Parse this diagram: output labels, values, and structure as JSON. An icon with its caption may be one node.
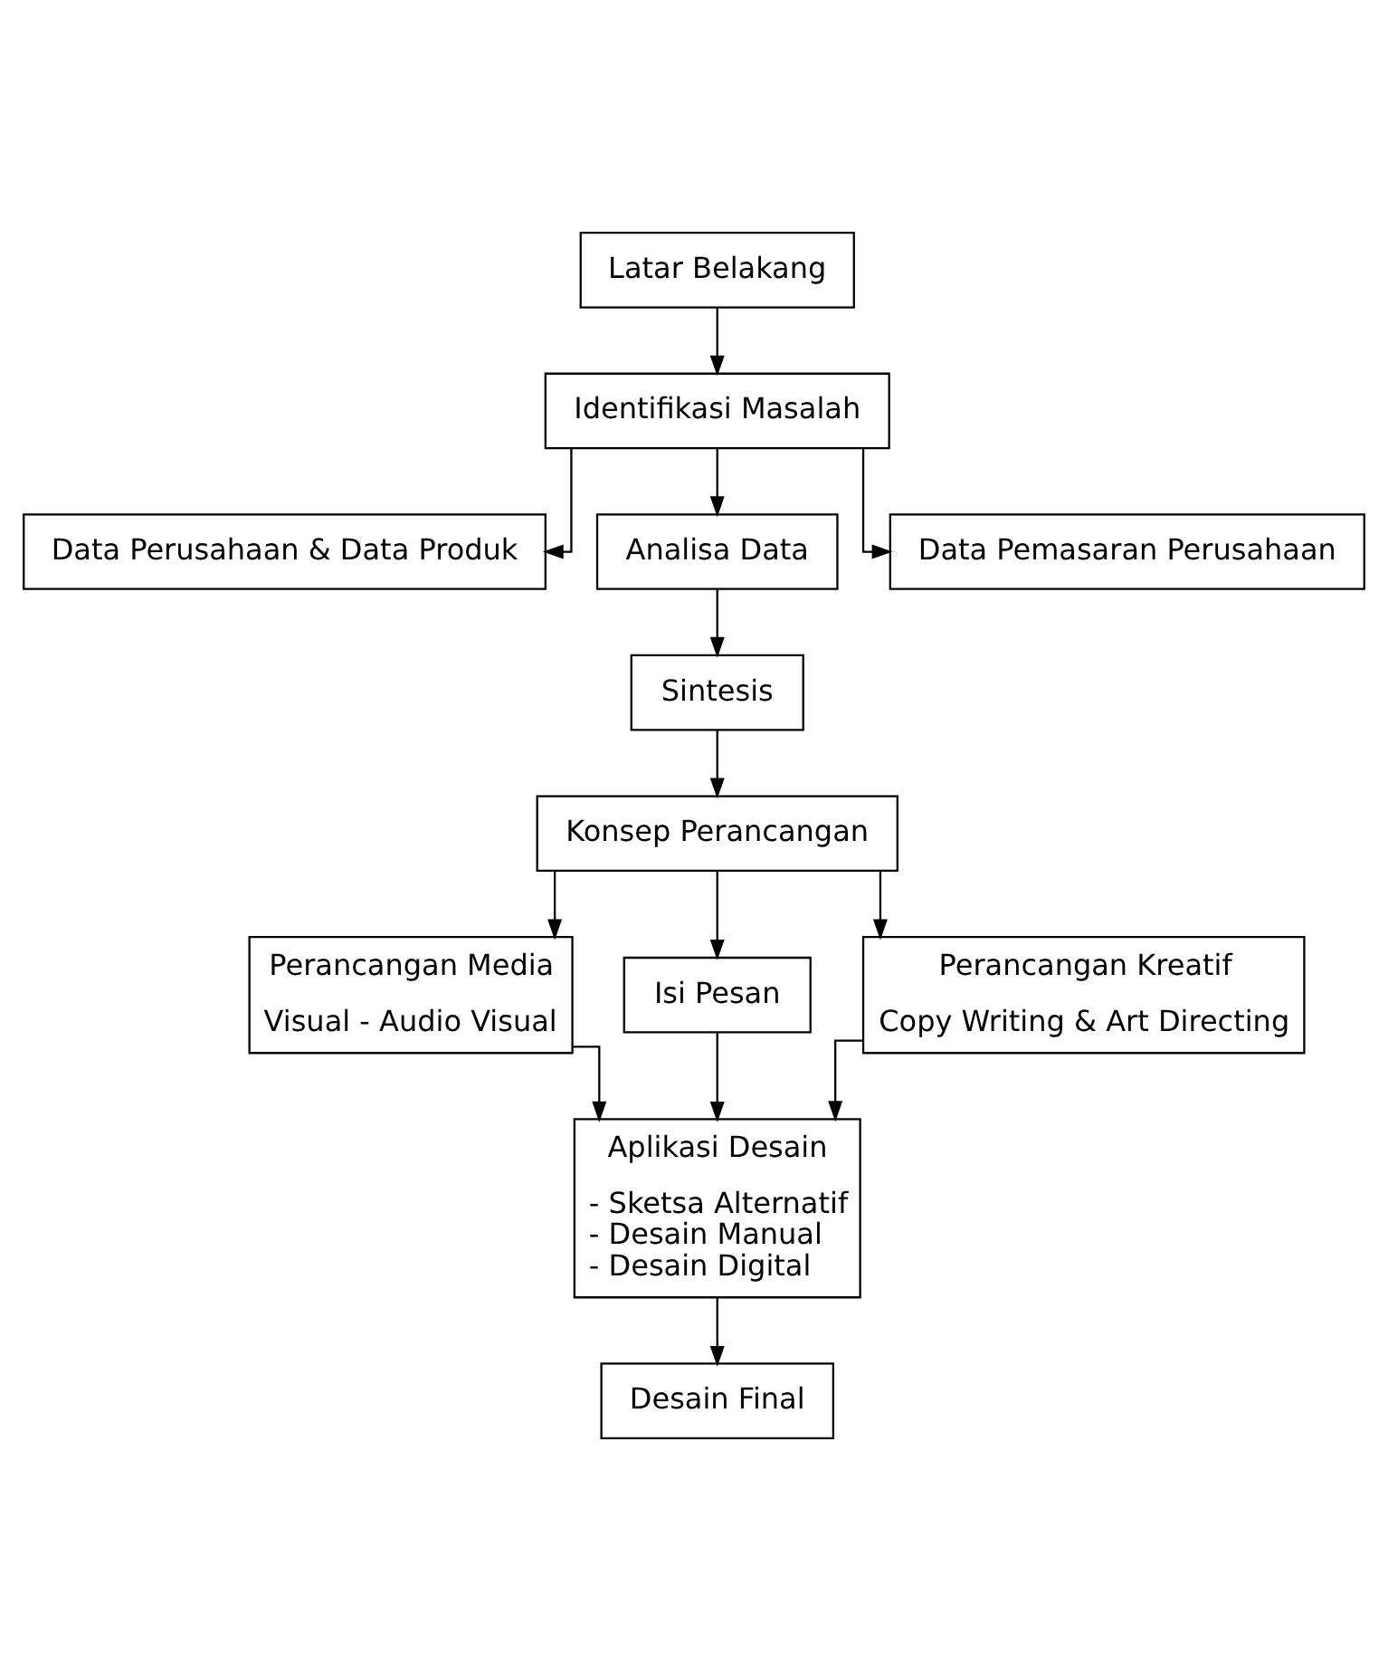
{
  "diagram": {
    "nodes": [
      {
        "text": [
          "Latar Belakang"
        ]
      },
      {
        "text": [
          "Identifikasi Masalah"
        ]
      },
      {
        "text": [
          "Data Perusahaan & Data Produk"
        ]
      },
      {
        "text": [
          "Analisa Data"
        ]
      },
      {
        "text": [
          "Data Pemasaran Perusahaan"
        ]
      },
      {
        "text": [
          "Sintesis"
        ]
      },
      {
        "text": [
          "Konsep Perancangan"
        ]
      },
      {
        "text": [
          "Perancangan Media",
          "Visual - Audio Visual"
        ]
      },
      {
        "text": [
          "Isi Pesan"
        ]
      },
      {
        "text": [
          "Perancangan Kreatif",
          "Copy Writing & Art Directing"
        ]
      },
      {
        "text": [
          "Aplikasi Desain",
          "- Sketsa Alternatif",
          "- Desain Manual",
          "- Desain Digital"
        ]
      },
      {
        "text": [
          "Desain Final"
        ]
      }
    ],
    "edges": [
      {
        "from": 0,
        "to": 1,
        "arrow": "to"
      },
      {
        "from": 1,
        "to": 2,
        "arrow": "to"
      },
      {
        "from": 1,
        "to": 3,
        "arrow": "to"
      },
      {
        "from": 1,
        "to": 4,
        "arrow": "to"
      },
      {
        "from": 3,
        "to": 5,
        "arrow": "to"
      },
      {
        "from": 5,
        "to": 6,
        "arrow": "to"
      },
      {
        "from": 6,
        "to": 7,
        "arrow": "to"
      },
      {
        "from": 6,
        "to": 8,
        "arrow": "to"
      },
      {
        "from": 6,
        "to": 9,
        "arrow": "to"
      },
      {
        "from": 8,
        "to": 10,
        "arrow": "to"
      },
      {
        "from": 7,
        "to": 10,
        "arrow": "to"
      },
      {
        "from": 9,
        "to": 10,
        "arrow": "to"
      },
      {
        "from": 10,
        "to": 11,
        "arrow": "to"
      }
    ]
  }
}
